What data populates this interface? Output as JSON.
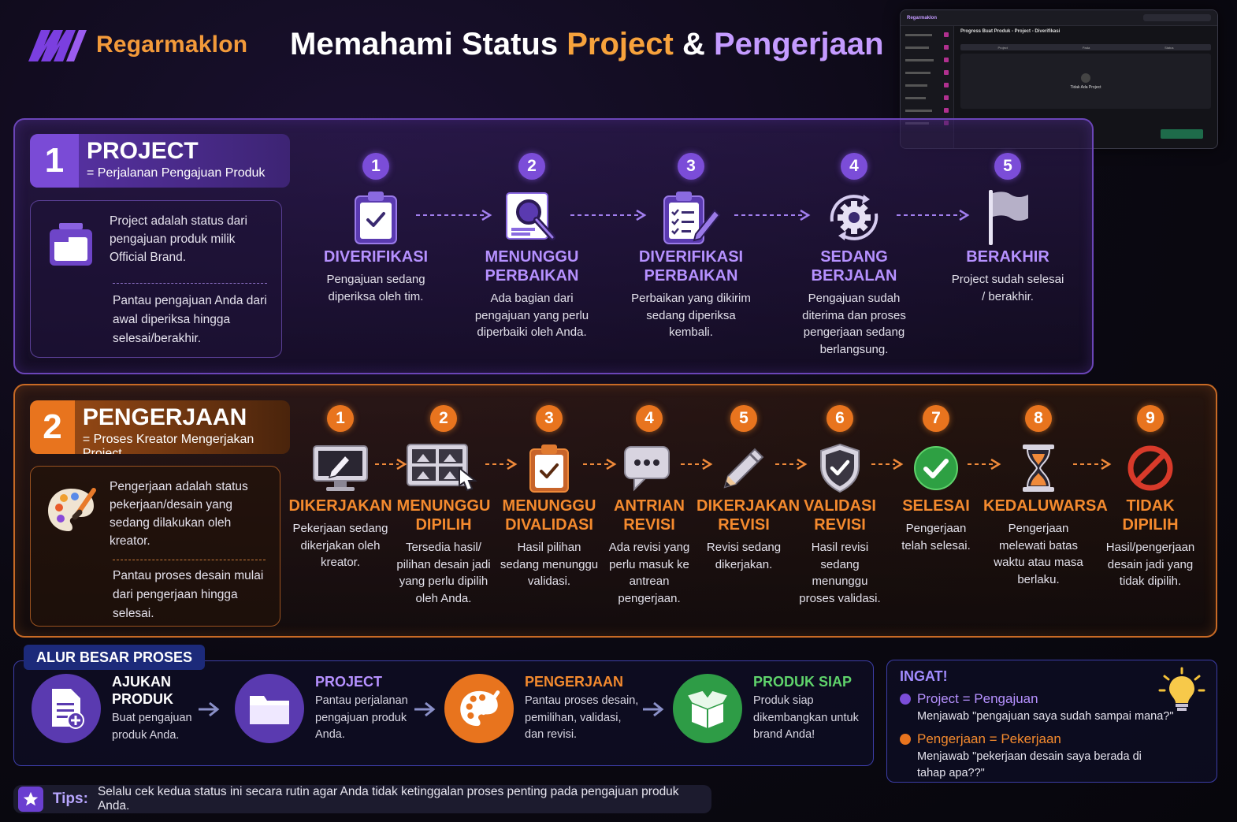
{
  "header": {
    "brand": "Regarmaklon",
    "title_part1": "Memahami Status ",
    "title_project": "Project",
    "title_amp": " & ",
    "title_pengerjaan": "Pengerjaan"
  },
  "mini_screenshot": {
    "brand": "Regarmaklon",
    "title": "Progress Buat Produk - Project - Diverifikasi",
    "col_project": "Project",
    "col_pada": "Pada",
    "col_status": "Status",
    "empty_text": "Tidak Ada Project"
  },
  "project": {
    "number": "1",
    "title": "PROJECT",
    "subtitle": "= Perjalanan Pengajuan Produk",
    "desc1": "Project adalah status dari pengajuan produk milik Official Brand.",
    "desc2": "Pantau pengajuan Anda dari awal diperiksa hingga selesai/berakhir.",
    "steps": [
      {
        "num": "1",
        "label": "DIVERIFIKASI",
        "desc": "Pengajuan sedang diperiksa oleh tim."
      },
      {
        "num": "2",
        "label": "MENUNGGU PERBAIKAN",
        "desc": "Ada bagian dari pengajuan yang perlu diperbaiki oleh Anda."
      },
      {
        "num": "3",
        "label": "DIVERIFIKASI PERBAIKAN",
        "desc": "Perbaikan yang dikirim sedang diperiksa kembali."
      },
      {
        "num": "4",
        "label": "SEDANG BERJALAN",
        "desc": "Pengajuan sudah diterima dan proses pengerjaan sedang berlangsung."
      },
      {
        "num": "5",
        "label": "BERAKHIR",
        "desc": "Project sudah selesai / berakhir."
      }
    ]
  },
  "pengerjaan": {
    "number": "2",
    "title": "PENGERJAAN",
    "subtitle": "= Proses Kreator Mengerjakan Project",
    "desc1": "Pengerjaan adalah status pekerjaan/desain yang sedang dilakukan oleh kreator.",
    "desc2": "Pantau proses desain mulai dari pengerjaan hingga selesai.",
    "steps": [
      {
        "num": "1",
        "label": "DIKERJAKAN",
        "desc": "Pekerjaan sedang dikerjakan oleh kreator."
      },
      {
        "num": "2",
        "label": "MENUNGGU DIPILIH",
        "desc": "Tersedia hasil/ pilihan desain jadi yang perlu dipilih oleh Anda."
      },
      {
        "num": "3",
        "label": "MENUNGGU DIVALIDASI",
        "desc": "Hasil pilihan sedang menunggu validasi."
      },
      {
        "num": "4",
        "label": "ANTRIAN REVISI",
        "desc": "Ada revisi yang perlu masuk ke antrean pengerjaan."
      },
      {
        "num": "5",
        "label": "DIKERJAKAN REVISI",
        "desc": "Revisi sedang dikerjakan."
      },
      {
        "num": "6",
        "label": "VALIDASI REVISI",
        "desc": "Hasil revisi sedang menunggu proses validasi."
      },
      {
        "num": "7",
        "label": "SELESAI",
        "desc": "Pengerjaan telah selesai."
      },
      {
        "num": "8",
        "label": "KEDALUWARSA",
        "desc": "Pengerjaan melewati batas waktu atau masa berlaku."
      },
      {
        "num": "9",
        "label": "TIDAK DIPILIH",
        "desc": "Hasil/pengerjaan desain jadi yang tidak dipilih."
      }
    ]
  },
  "alur": {
    "tag": "ALUR BESAR PROSES",
    "items": [
      {
        "title": "AJUKAN PRODUK",
        "desc": "Buat pengajuan produk Anda.",
        "color": "#ffffff"
      },
      {
        "title": "PROJECT",
        "desc": "Pantau perjalanan pengajuan produk Anda.",
        "color": "#b691ff"
      },
      {
        "title": "PENGERJAAN",
        "desc": "Pantau proses desain, pemilihan, validasi, dan revisi.",
        "color": "#f48a2e"
      },
      {
        "title": "PRODUK SIAP",
        "desc": "Produk siap dikembangkan untuk brand Anda!",
        "color": "#5fd36b"
      }
    ]
  },
  "ingat": {
    "title": "INGAT!",
    "item1_title": "Project = Pengajuan",
    "item1_q": "Menjawab \"pengajuan saya sudah sampai mana?\"",
    "item2_title": "Pengerjaan = Pekerjaan",
    "item2_q": "Menjawab \"pekerjaan desain saya berada di tahap apa??\""
  },
  "tips": {
    "label": "Tips:",
    "text": "Selalu cek kedua status ini secara rutin agar Anda tidak ketinggalan proses penting pada pengajuan produk Anda."
  },
  "colors": {
    "purple": "#7b4dd8",
    "orange": "#e8741e",
    "green": "#2e9c46"
  }
}
